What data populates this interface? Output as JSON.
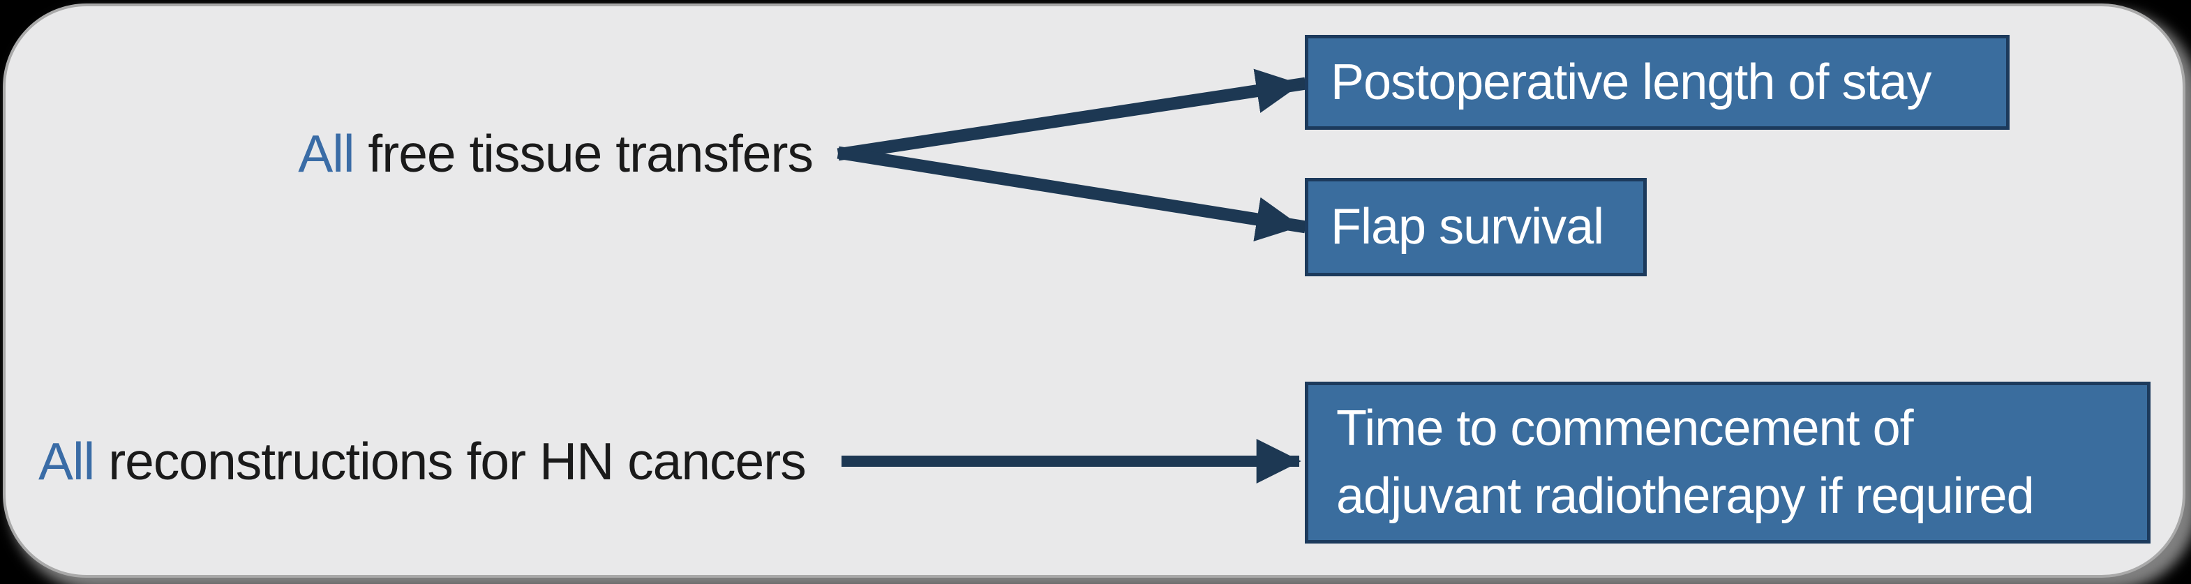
{
  "colors": {
    "page_background": "#000000",
    "panel_background": "#e9e9ea",
    "panel_border": "#a9a9a9",
    "box_fill": "#3a6d9e",
    "box_border": "#1c3a5c",
    "box_text": "#ffffff",
    "arrow": "#1d3853",
    "label_text": "#1a1a1a",
    "label_highlight": "#3a6ca6"
  },
  "diagram": {
    "rows": [
      {
        "label_highlight": "All",
        "label_rest": " free tissue transfers",
        "outcomes": [
          {
            "lines": [
              "Postoperative length of stay"
            ]
          },
          {
            "lines": [
              "Flap survival"
            ]
          }
        ]
      },
      {
        "label_highlight": "All",
        "label_rest": " reconstructions for HN cancers",
        "outcomes": [
          {
            "lines": [
              "Time to commencement of",
              "adjuvant radiotherapy if required"
            ]
          }
        ]
      }
    ]
  }
}
